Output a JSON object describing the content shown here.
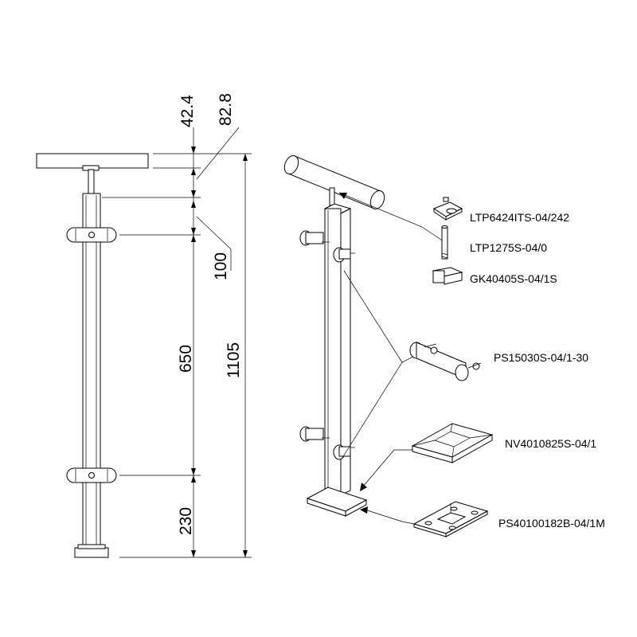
{
  "dimensions": {
    "handrail_diameter": "42.4",
    "top_height": "82.8",
    "clamp_spacing_top": "100",
    "middle_span": "650",
    "total_height": "1105",
    "bottom_height": "230"
  },
  "parts": [
    {
      "code": "LTP6424ITS-04/242",
      "icon": "handrail-saddle-icon"
    },
    {
      "code": "LTP1275S-04/0",
      "icon": "threaded-rod-icon"
    },
    {
      "code": "GK40405S-04/1S",
      "icon": "post-cap-icon"
    },
    {
      "code": "PS15030S-04/1-30",
      "icon": "glass-clamp-icon"
    },
    {
      "code": "NV4010825S-04/1",
      "icon": "cover-plate-icon"
    },
    {
      "code": "PS40100182B-04/1M",
      "icon": "base-plate-icon"
    }
  ],
  "colors": {
    "line": "#000000",
    "background": "#ffffff"
  }
}
